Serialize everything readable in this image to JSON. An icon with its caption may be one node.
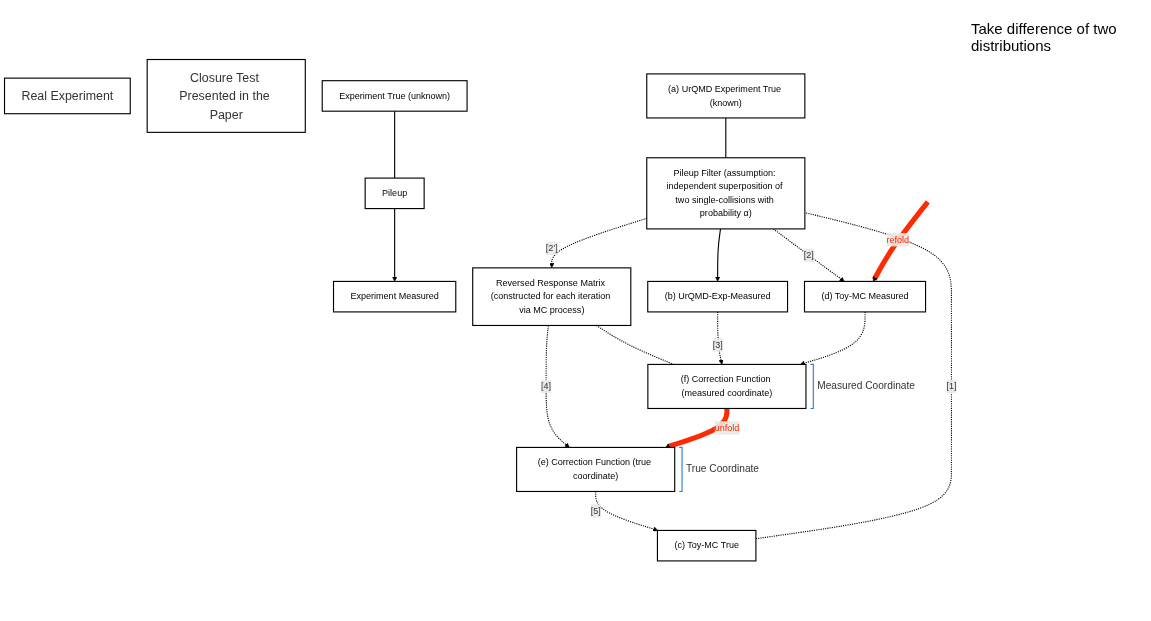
{
  "diagram": {
    "nodes": [
      {
        "text": [
          "Real Experiment"
        ]
      },
      {
        "text": [
          "Closure Test Presented in the Paper"
        ]
      },
      {
        "text": [
          "Experiment True (unknown)"
        ]
      },
      {
        "text": [
          "Pileup"
        ]
      },
      {
        "text": [
          "Experiment Measured"
        ]
      },
      {
        "text": [
          "(a) UrQMD Experiment True (known)"
        ]
      },
      {
        "text": [
          "(c) Toy-MC True"
        ]
      },
      {
        "text": [
          "(e) Correction Function (true coordinate)"
        ],
        "beside": [
          "True Coordinate"
        ]
      },
      {
        "text": [
          "Pileup Filter (assumption: independent superposition of two single-collisions with probability α)"
        ]
      },
      {
        "text": [
          "Reversed Response Matrix (constructed for each iteration via MC process)"
        ]
      },
      {
        "text": [
          "(b) UrQMD-Exp-Measured"
        ]
      },
      {
        "text": [
          "(d) Toy-MC Measured"
        ]
      },
      {
        "text": [
          "(f) Correction Function (measured coordinate)"
        ],
        "beside": [
          "Measured Coordinate"
        ]
      }
    ],
    "edges": [
      {
        "from": 2,
        "to": 3,
        "arrow": "none"
      },
      {
        "from": 3,
        "to": 4,
        "arrow": "to"
      },
      {
        "from": 5,
        "to": 8,
        "arrow": "none"
      },
      {
        "from": 8,
        "to": 10,
        "arrow": "to"
      },
      {
        "from": 6,
        "to": 8,
        "arrow": "none",
        "style": "dashed",
        "label": "[1]"
      },
      {
        "from": 8,
        "to": 11,
        "arrow": "to",
        "style": "dashed",
        "label": "[2]"
      },
      {
        "from": 8,
        "to": 9,
        "arrow": "to",
        "style": "dashed",
        "label": "[2’]"
      },
      {
        "from": 9,
        "to": 7,
        "arrow": "to",
        "style": "dashed",
        "label": "[4]"
      },
      {
        "from": 9,
        "to": 12,
        "arrow": "none",
        "style": "dashed"
      },
      {
        "from": 10,
        "to": 12,
        "arrow": "to",
        "style": "dashed",
        "label": "[3]"
      },
      {
        "from": 11,
        "to": 12,
        "arrow": "to",
        "style": "dashed"
      },
      {
        "from": 7,
        "to": 6,
        "arrow": "to",
        "style": "dashed",
        "label": "[5]"
      },
      {
        "from": null,
        "to": 11,
        "arrow": "to",
        "style": "thick",
        "color": "#ff2a00",
        "label": "refold"
      },
      {
        "from": 12,
        "to": 7,
        "arrow": "to",
        "style": "thick",
        "color": "#ff2a00",
        "label": "unfold"
      }
    ],
    "labels": [
      "Take difference of two distributions"
    ]
  }
}
